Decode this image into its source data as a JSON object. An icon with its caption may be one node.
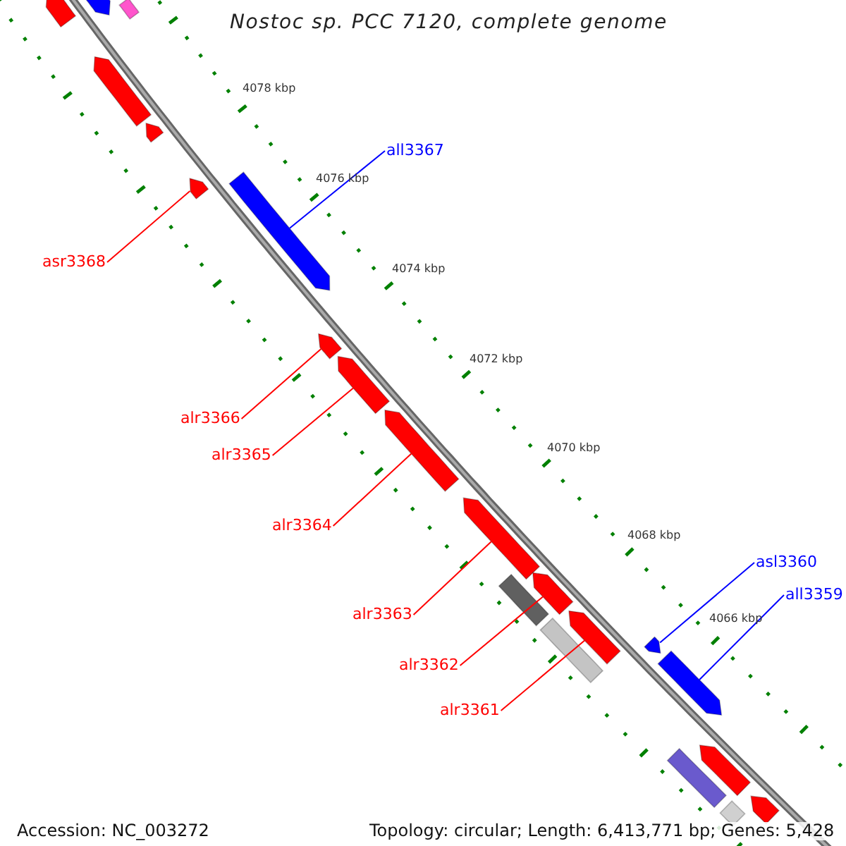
{
  "diagram": {
    "title": "Nostoc sp. PCC 7120, complete genome",
    "nodes": [
      {
        "text": [],
        "shape": "arrow"
      },
      {
        "text": [],
        "shape": "arrow"
      },
      {
        "text": [],
        "shape": "box"
      },
      {
        "text": [],
        "shape": "arrow"
      },
      {
        "text": [],
        "shape": "arrow"
      },
      {
        "text": [
          "all3367"
        ]
      },
      {
        "text": [],
        "shape": "arrow"
      },
      {
        "text": [],
        "shape": "arrow"
      },
      {
        "text": [
          "asr3368"
        ]
      },
      {
        "text": [],
        "shape": "arrow"
      },
      {
        "text": [],
        "shape": "arrow"
      },
      {
        "text": [],
        "shape": "arrow"
      },
      {
        "text": [
          "alr3366"
        ]
      },
      {
        "text": [
          "alr3365"
        ]
      },
      {
        "text": [
          "alr3364"
        ]
      },
      {
        "text": [],
        "shape": "arrow"
      },
      {
        "text": [],
        "shape": "arrow"
      },
      {
        "text": [],
        "shape": "box"
      },
      {
        "text": [
          "asl3360"
        ]
      },
      {
        "text": [],
        "shape": "arrow"
      },
      {
        "text": [
          "all3359"
        ]
      },
      {
        "text": [
          "alr3363"
        ]
      },
      {
        "text": [],
        "shape": "box"
      },
      {
        "text": [],
        "shape": "arrow"
      },
      {
        "text": [],
        "shape": "arrow"
      },
      {
        "text": [
          "alr3362"
        ]
      },
      {
        "text": [
          "alr3361"
        ]
      },
      {
        "text": [],
        "shape": "arrow"
      },
      {
        "text": [],
        "shape": "box"
      },
      {
        "text": [],
        "shape": "arrow"
      },
      {
        "text": [],
        "shape": "box"
      }
    ],
    "edges": [
      {
        "from": 5,
        "to": 7,
        "arrow": "none",
        "color": "#0000ff"
      },
      {
        "from": 8,
        "to": 6,
        "arrow": "none"
      },
      {
        "from": 12,
        "to": 9,
        "arrow": "none"
      },
      {
        "from": 13,
        "to": 10,
        "arrow": "none"
      },
      {
        "from": 14,
        "to": 11,
        "arrow": "none"
      },
      {
        "from": 21,
        "to": 15,
        "arrow": "none"
      },
      {
        "from": 25,
        "to": 16,
        "arrow": "none"
      },
      {
        "from": 26,
        "to": 19,
        "arrow": "none"
      },
      {
        "from": 18,
        "to": 23,
        "arrow": "none",
        "color": "#0000ff"
      },
      {
        "from": 20,
        "to": 24,
        "arrow": "none",
        "color": "#0000ff"
      }
    ],
    "labels": [
      "4078 kbp",
      "4076 kbp",
      "4074 kbp",
      "4072 kbp",
      "4070 kbp",
      "4068 kbp",
      "4066 kbp",
      "Accession: NC_003272",
      "Topology: circular; Length: 6,413,771 bp; Genes: 5,428"
    ]
  }
}
